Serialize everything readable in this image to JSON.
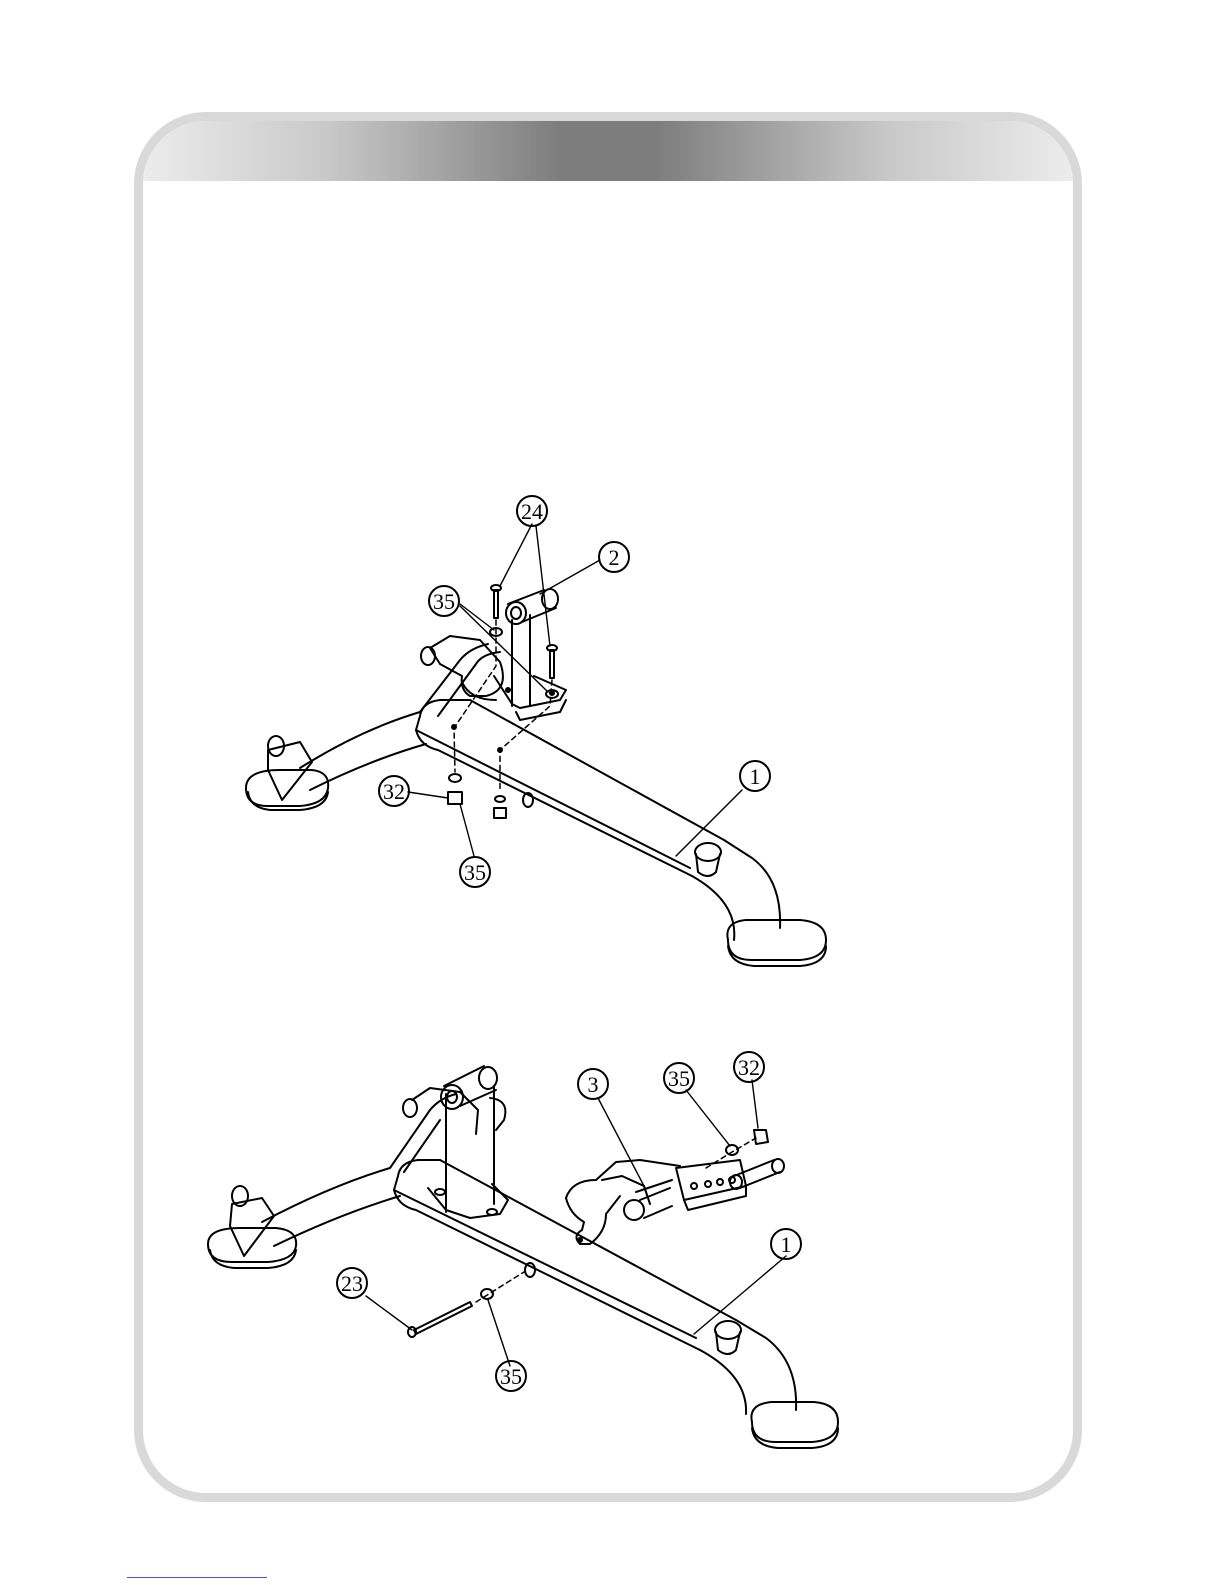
{
  "diagram_1": {
    "callouts": [
      {
        "id": "c1-24",
        "label": "24"
      },
      {
        "id": "c1-2",
        "label": "2"
      },
      {
        "id": "c1-35a",
        "label": "35"
      },
      {
        "id": "c1-32",
        "label": "32"
      },
      {
        "id": "c1-35b",
        "label": "35"
      },
      {
        "id": "c1-1",
        "label": "1"
      }
    ]
  },
  "diagram_2": {
    "callouts": [
      {
        "id": "c2-3",
        "label": "3"
      },
      {
        "id": "c2-35a",
        "label": "35"
      },
      {
        "id": "c2-32",
        "label": "32"
      },
      {
        "id": "c2-1",
        "label": "1"
      },
      {
        "id": "c2-23",
        "label": "23"
      },
      {
        "id": "c2-35b",
        "label": "35"
      }
    ]
  },
  "colors": {
    "frame": "#d9d9d9",
    "banner_dark": "#7d7d7d",
    "line": "#000000"
  }
}
